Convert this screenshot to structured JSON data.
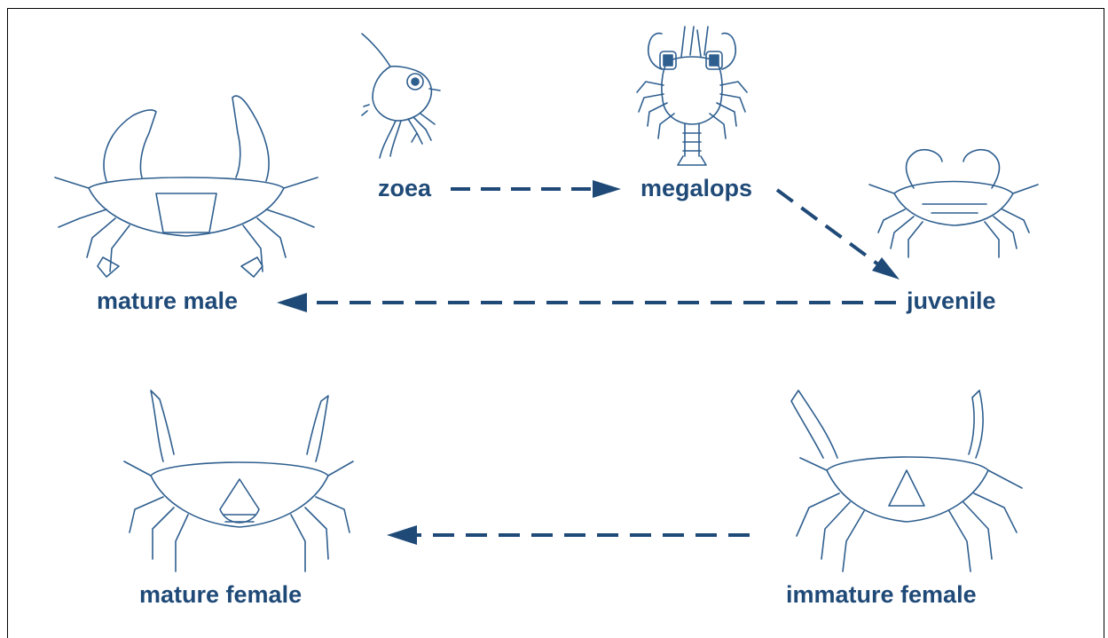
{
  "labels": {
    "zoea": "zoea",
    "megalops": "megalops",
    "juvenile": "juvenile",
    "mature_male": "mature male",
    "mature_female": "mature female",
    "immature_female": "immature female"
  },
  "colors": {
    "ink": "#1f4a78",
    "sketch": "#2f5f8f",
    "frame": "#000000"
  }
}
